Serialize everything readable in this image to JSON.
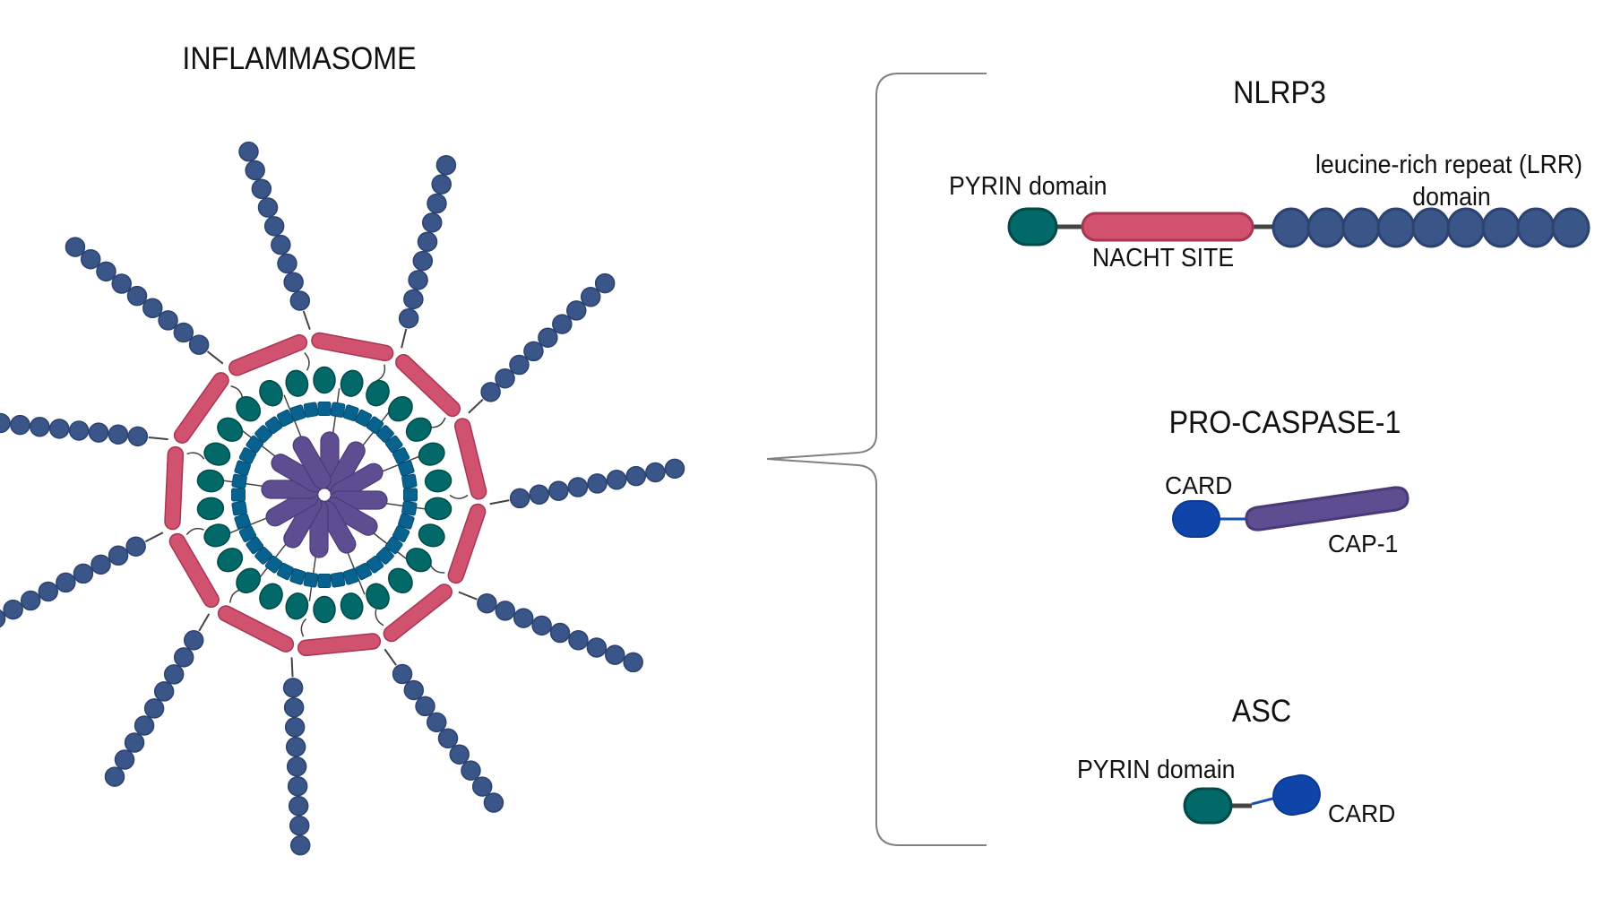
{
  "inflammasome": {
    "title": "INFLAMMASOME",
    "nlrp3_units": 11,
    "lrr_beads_per_unit": 9,
    "asc_pyrin_count": 26,
    "asc_card_count": 40,
    "caspase_rod_count": 12
  },
  "components": {
    "nlrp3": {
      "title": "NLRP3",
      "pyrin_label": "PYRIN domain",
      "nacht_label": "NACHT SITE",
      "lrr_label_line1": "leucine-rich repeat (LRR)",
      "lrr_label_line2": "domain",
      "lrr_bead_count": 9
    },
    "pro_caspase_1": {
      "title": "PRO-CASPASE-1",
      "card_label": "CARD",
      "cap_label": "CAP-1"
    },
    "asc": {
      "title": "ASC",
      "pyrin_label": "PYRIN domain",
      "card_label": "CARD"
    }
  },
  "colors": {
    "pyrin_green": "#036868",
    "pyrin_stroke": "#024a4a",
    "nacht_pink": "#d1526f",
    "nacht_stroke": "#a83554",
    "lrr_blue": "#3a5587",
    "lrr_stroke": "#2c4270",
    "card_ring_blue": "#07628f",
    "card_blue": "#0f44a8",
    "caspase_purple": "#5f4d92",
    "caspase_stroke": "#4a3a78",
    "linker": "#444444",
    "brace": "#808080"
  }
}
